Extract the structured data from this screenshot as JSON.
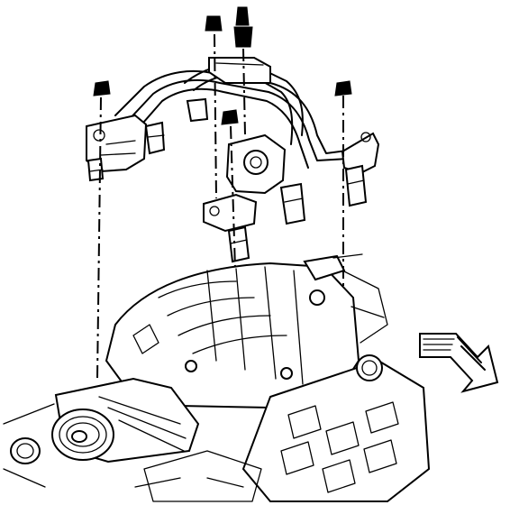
{
  "figure": {
    "kind": "exploded-assembly line drawing",
    "components": [
      "fuel-rail-assembly",
      "fuel-injector",
      "retaining-bolt",
      "supercharger",
      "drive-pulley",
      "cylinder-head",
      "direction-arrow"
    ]
  },
  "colors": {
    "line": "#000000",
    "background": "#ffffff"
  }
}
